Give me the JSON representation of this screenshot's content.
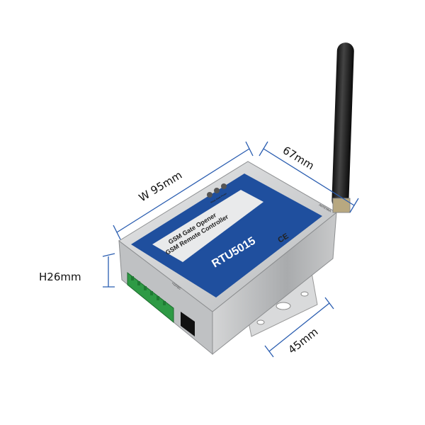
{
  "dimensions": {
    "width": "W 95mm",
    "depth": "67mm",
    "height": "H26mm",
    "bracket": "45mm"
  },
  "device": {
    "line1": "GSM Gate Opener",
    "line2": "GSM Remote Controller",
    "model": "RTU5015",
    "ce_mark": "CE",
    "led_labels": "Relay  State  Power",
    "power_label": "+12VDC",
    "antenna_label": "ANTENNA"
  },
  "colors": {
    "label_blue": "#1f4f9e",
    "dimension_line": "#2a5db0",
    "casing": "#c9cbcd",
    "terminal_green": "#2e9a45"
  }
}
